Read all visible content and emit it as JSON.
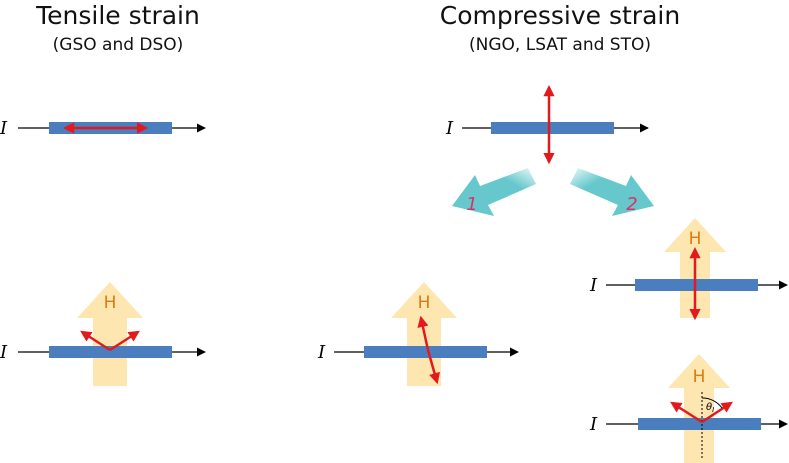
{
  "tensile": {
    "title": "Tensile strain",
    "subtitle": "(GSO and DSO)"
  },
  "compressive": {
    "title": "Compressive strain",
    "subtitle": "(NGO, LSAT and STO)"
  },
  "labels": {
    "current": "I",
    "field": "H",
    "theta": "θ",
    "theta_sub": "I",
    "path_1": "1",
    "path_2": "2"
  },
  "colors": {
    "strip": "#4a7ebf",
    "field_arrow": "#fde6b0",
    "field_text": "#e07a10",
    "moment": "#e31a1c",
    "path_arrow": "#66c8cc",
    "path_label": "#d6336c"
  }
}
